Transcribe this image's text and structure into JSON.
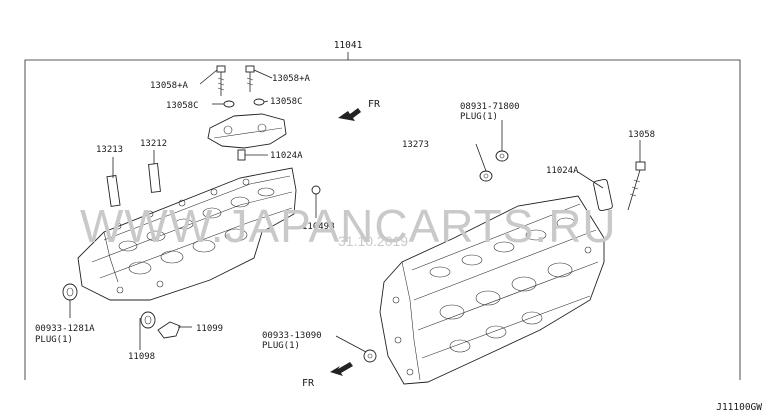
{
  "diagram": {
    "assembly_number": "11041",
    "page_code": "J11100GW",
    "watermark": {
      "text": "WWW.JAPANCARTS.RU",
      "date": "31.10.2019"
    },
    "direction_labels": {
      "upper": "FR",
      "lower": "FR"
    },
    "callouts": {
      "bolt_left": "13058+A",
      "bolt_right": "13058+A",
      "washer_left": "13058C",
      "washer_right": "13058C",
      "guide_center": "11024A",
      "guide_right": "11024A",
      "tube_left": "13213",
      "tube_mid": "13212",
      "plug_top_right": "11049B",
      "plug_right_part": "08931-71800",
      "plug_right_qty": "PLUG(1)",
      "cap_13273": "13273",
      "bolt_13058": "13058",
      "plug_left_part": "00933-1281A",
      "plug_left_qty": "PLUG(1)",
      "seal_11099": "11099",
      "seal_11098": "11098",
      "plug_bottom_part": "00933-13090",
      "plug_bottom_qty": "PLUG(1)"
    }
  }
}
